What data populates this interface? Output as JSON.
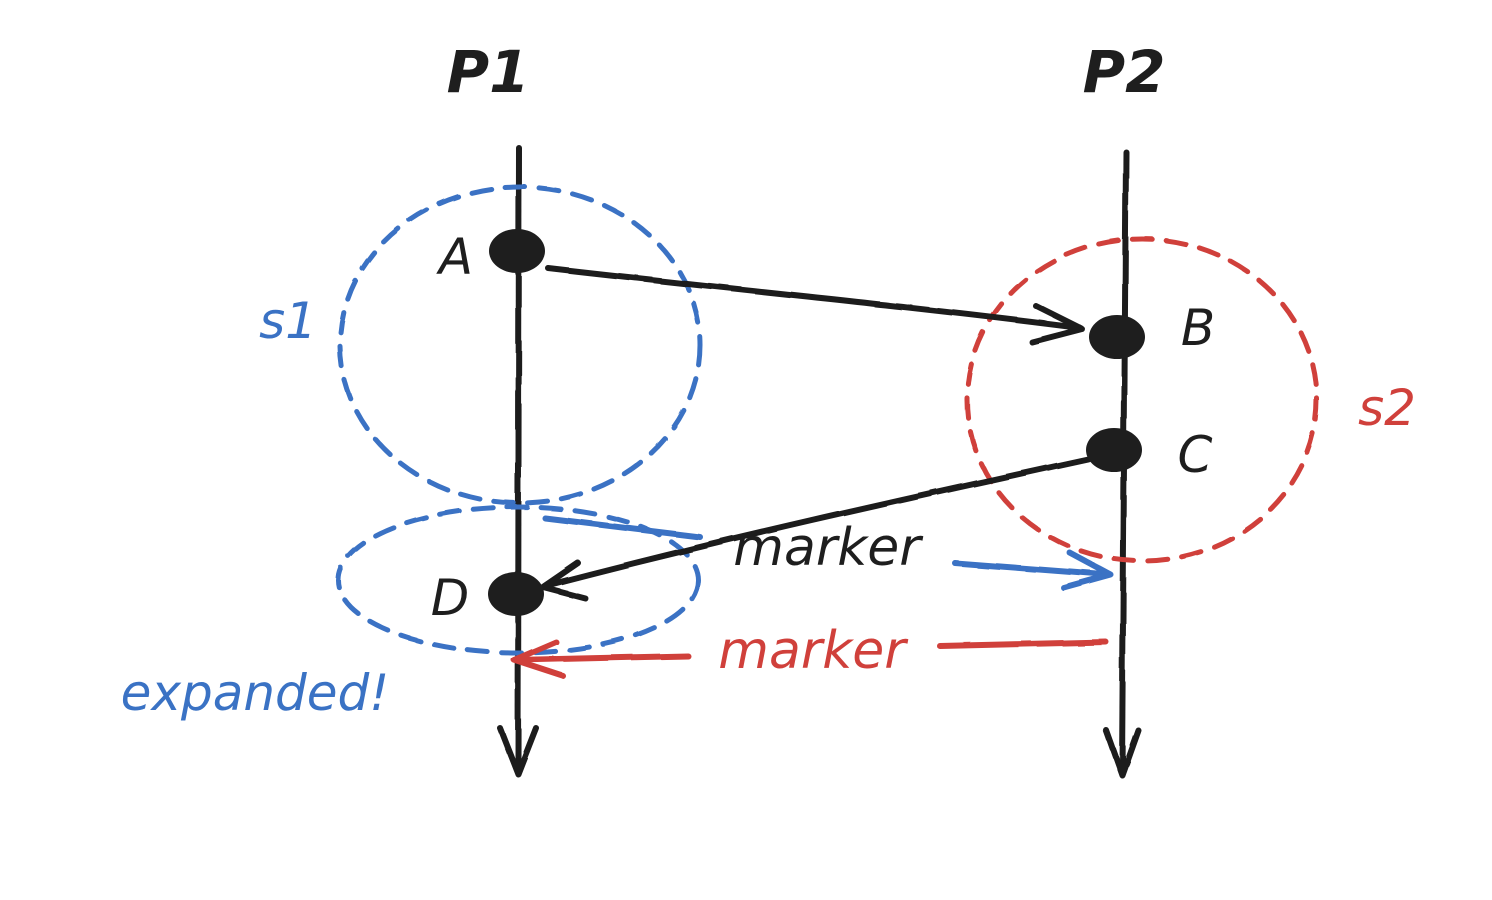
{
  "processes": [
    {
      "label": "P1"
    },
    {
      "label": "P2"
    }
  ],
  "events": {
    "a": {
      "label": "A"
    },
    "b": {
      "label": "B"
    },
    "c": {
      "label": "C"
    },
    "d": {
      "label": "D"
    }
  },
  "snapshots": {
    "s1": {
      "label": "s1"
    },
    "s2": {
      "label": "s2"
    },
    "expanded": {
      "label": "expanded!"
    }
  },
  "markers": {
    "black": {
      "label": "marker"
    },
    "red": {
      "label": "marker"
    }
  },
  "colors": {
    "ink": "#1e1e1e",
    "blue": "#3a72c4",
    "red": "#d0403b"
  }
}
